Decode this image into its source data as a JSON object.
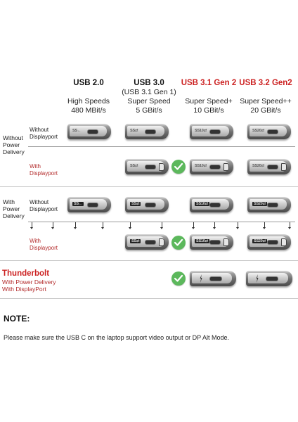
{
  "columns": [
    {
      "title": "USB 2.0",
      "sub1": "High Speeds",
      "sub2": "480 MBit/s",
      "title_color": "#111111"
    },
    {
      "title": "USB 3.0",
      "sub1": "(USB 3.1 Gen 1)",
      "sub2": "Super Speed",
      "sub3": "5 GBit/s",
      "title_color": "#111111"
    },
    {
      "title": "USB 3.1 Gen 2",
      "sub1": "Super Speed+",
      "sub2": "10 GBit/s",
      "title_color": "#cc2222"
    },
    {
      "title": "USB 3.2 Gen2",
      "sub1": "Super Speed++",
      "sub2": "20 GBit/s",
      "title_color": "#cc2222"
    }
  ],
  "rows": {
    "no_power": {
      "label": "Without Power Delivery",
      "sub_without": "Without Displayport",
      "sub_with": "With Displayport"
    },
    "power": {
      "label": "With Power Delivery",
      "sub_without": "Without Displayport",
      "sub_with": "With Displayport"
    }
  },
  "icons": {
    "usb2": "SS←",
    "usb3": "SS⇄",
    "usb31": "SS10⇄",
    "usb32": "SS20⇄"
  },
  "thunderbolt": {
    "title": "Thunderbolt",
    "line1": "With Power Delivery",
    "line2": "With DisplayPort"
  },
  "note": {
    "title": "NOTE:",
    "text": "Please make sure the USB C on the laptop support video output or DP Alt Mode."
  },
  "colors": {
    "accent_red": "#cc2222",
    "check_green": "#5cb85c"
  }
}
